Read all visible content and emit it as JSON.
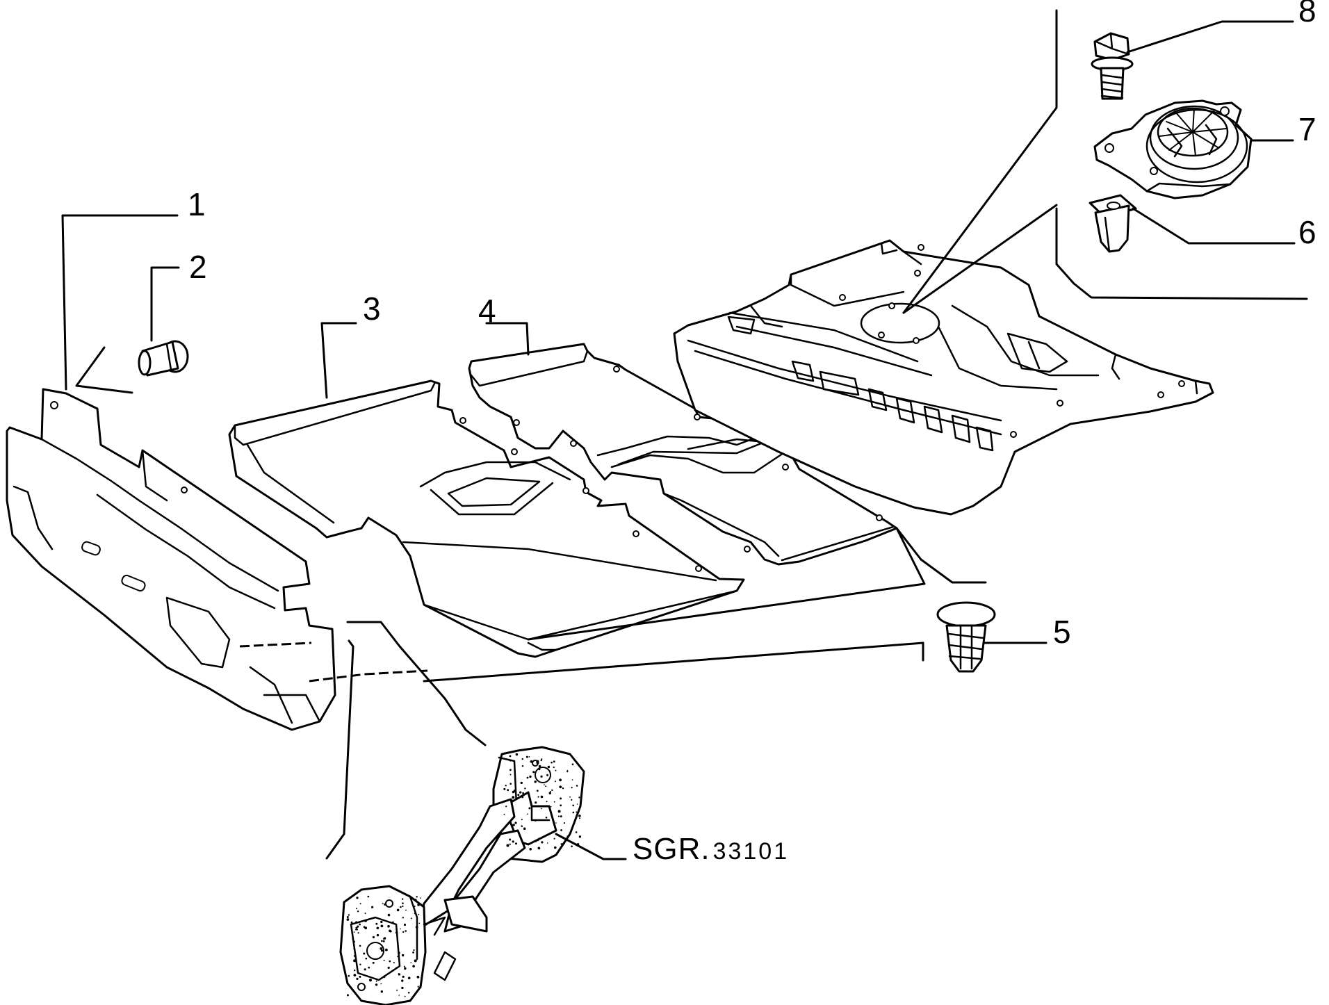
{
  "diagram": {
    "callouts": [
      {
        "id": "1",
        "label": "1"
      },
      {
        "id": "2",
        "label": "2"
      },
      {
        "id": "3",
        "label": "3"
      },
      {
        "id": "4",
        "label": "4"
      },
      {
        "id": "5",
        "label": "5"
      },
      {
        "id": "6",
        "label": "6"
      },
      {
        "id": "7",
        "label": "7"
      },
      {
        "id": "8",
        "label": "8"
      }
    ],
    "reference": {
      "prefix": "SGR.",
      "number": "33101"
    }
  }
}
